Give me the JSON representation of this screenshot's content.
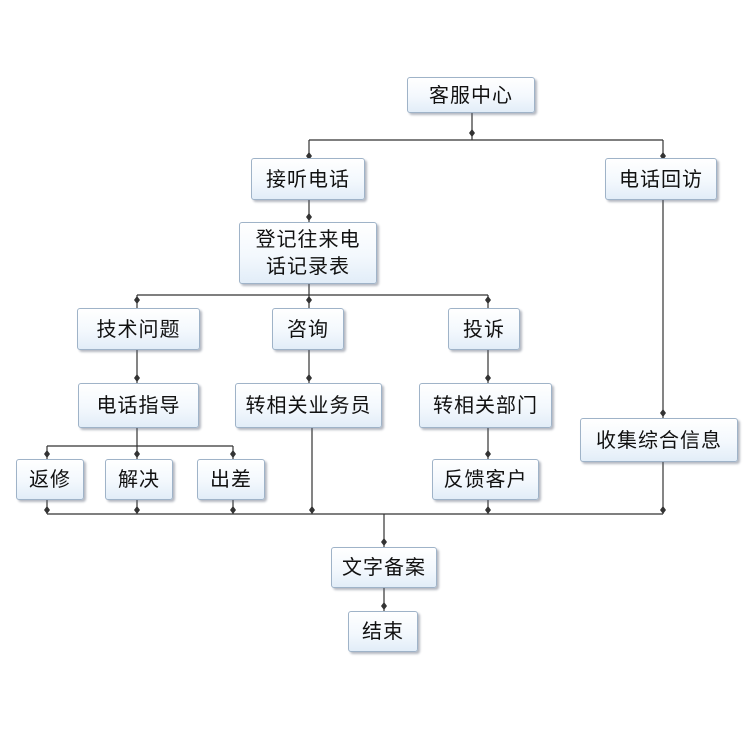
{
  "nodes": {
    "root": "客服中心",
    "answer": "接听电话",
    "callback": "电话回访",
    "register": [
      "登记往来电",
      "话记录表"
    ],
    "tech": "技术问题",
    "consult": "咨询",
    "complaint": "投诉",
    "guide": "电话指导",
    "to_sales": "转相关业务员",
    "to_dept": "转相关部门",
    "collect": "收集综合信息",
    "repair": "返修",
    "solve": "解决",
    "trip": "出差",
    "feedback": "反馈客户",
    "archive": "文字备案",
    "end": "结束"
  },
  "colors": {
    "line": "#333333",
    "border": "#9fb3c8",
    "fill_top": "#ffffff",
    "fill_bottom": "#e2edf8"
  }
}
